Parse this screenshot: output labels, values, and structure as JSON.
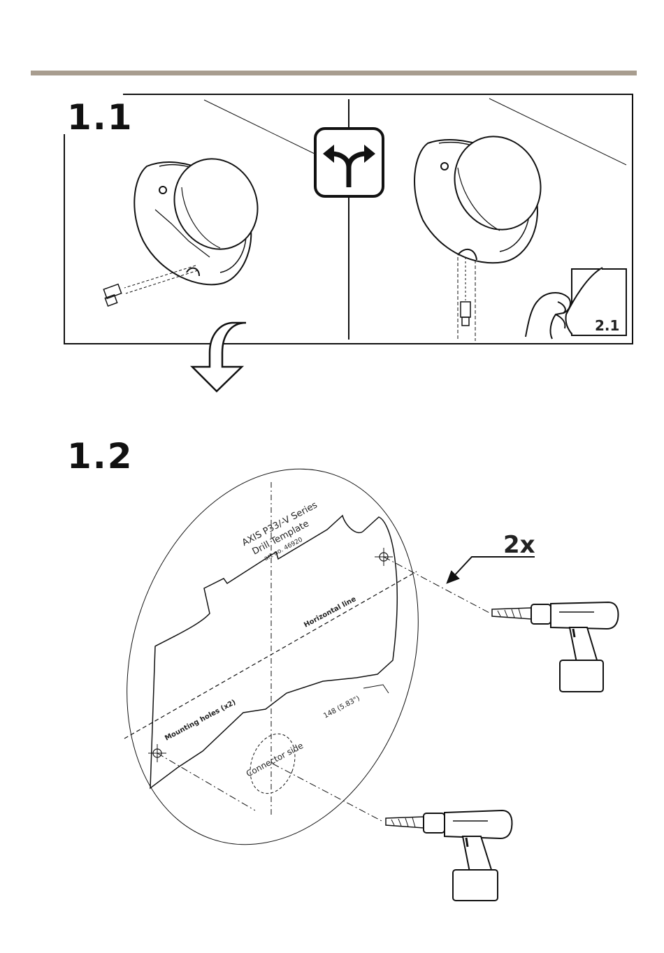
{
  "steps": {
    "step1": "1.1",
    "step2": "1.2"
  },
  "panel": {
    "choice_icon": "fork-arrow-icon",
    "reference_step": "2.1"
  },
  "template": {
    "title_line1": "AXIS P33/-V Series",
    "title_line2": "Drill Template",
    "art_no": "art no. 46920",
    "horizontal_line": "Horizontal line",
    "mounting_holes": "Mounting holes (x2)",
    "dimension": "148 (5.83\")",
    "connector_side": "Connector side"
  },
  "drill": {
    "count": "2x"
  },
  "colors": {
    "accent_bar": "#a89d8f"
  }
}
